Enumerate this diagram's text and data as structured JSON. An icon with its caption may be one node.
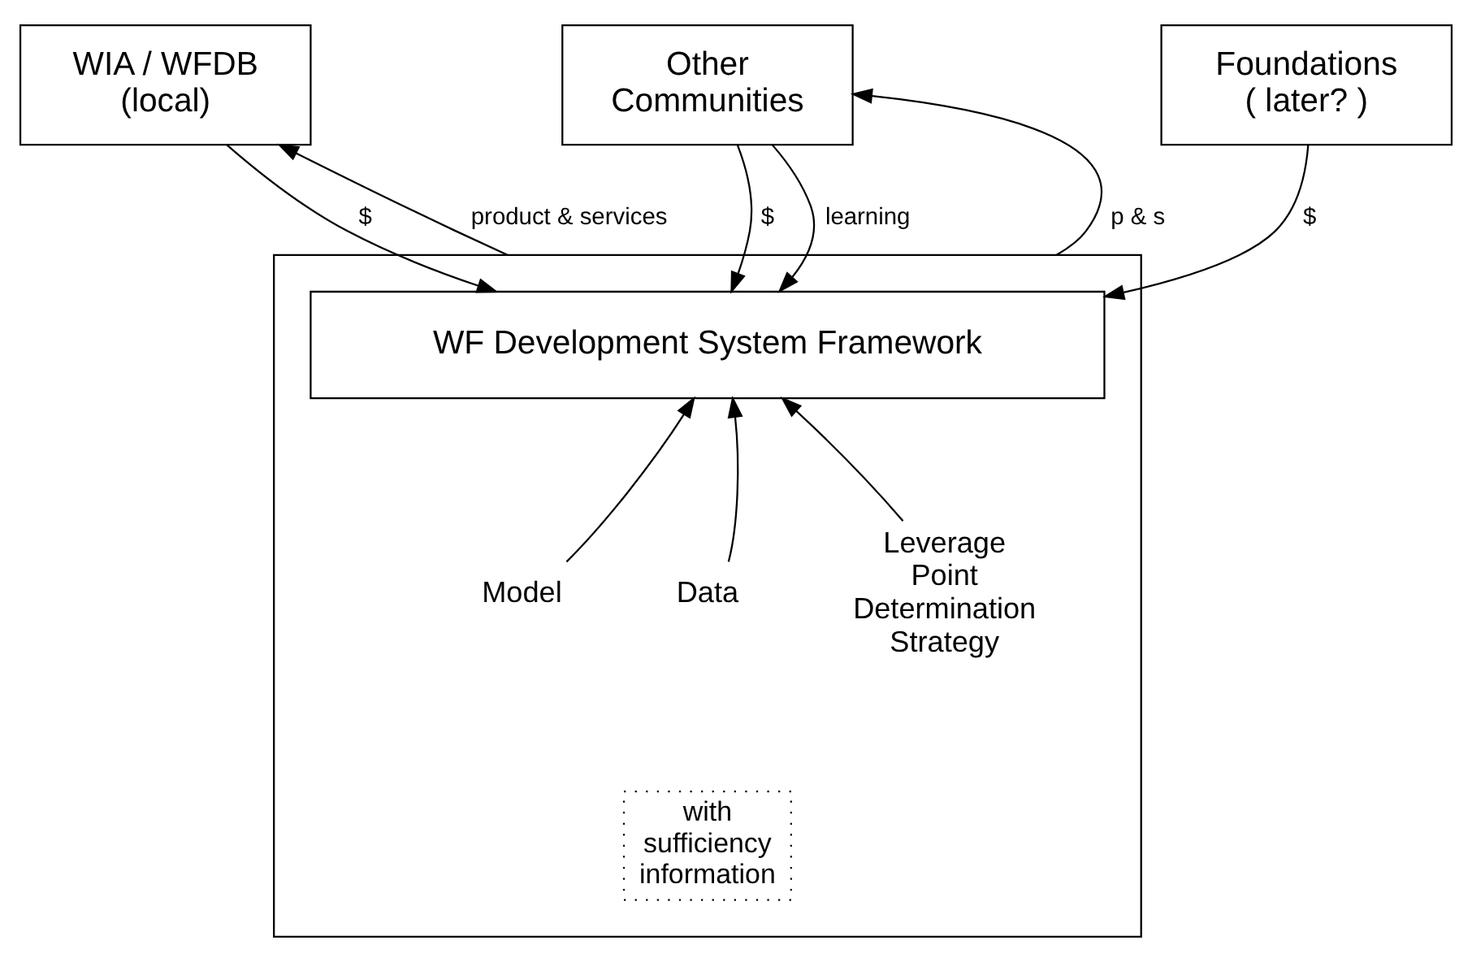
{
  "diagram": {
    "nodes": [
      {
        "text": [
          "WIA / WFDB (local)"
        ]
      },
      {
        "text": [
          "Other Communities"
        ]
      },
      {
        "text": [
          "Foundations ( later? )"
        ]
      },
      {
        "text": [],
        "shape": "box"
      },
      {
        "text": [
          "WF Development System Framework"
        ],
        "in": 3
      },
      {
        "text": [
          "Model"
        ],
        "in": 3
      },
      {
        "text": [
          "Data"
        ],
        "in": 3
      },
      {
        "text": [
          "with sufficiency information"
        ],
        "in": 3
      },
      {
        "text": [
          "Leverage Point Determination Strategy"
        ],
        "in": 3
      }
    ],
    "edges": [
      {
        "from": 3,
        "to": 0,
        "arrow": "to",
        "label": "product & services"
      },
      {
        "from": 0,
        "to": 4,
        "arrow": "to",
        "label": "$"
      },
      {
        "from": 3,
        "to": 1,
        "arrow": "to",
        "label": "p & s"
      },
      {
        "from": 1,
        "to": 4,
        "arrow": "to",
        "label": "$"
      },
      {
        "from": 1,
        "to": 4,
        "arrow": "to",
        "label": "learning"
      },
      {
        "from": 2,
        "to": 4,
        "arrow": "to",
        "label": "$"
      },
      {
        "from": 5,
        "to": 4,
        "arrow": "to"
      },
      {
        "from": 6,
        "to": 4,
        "arrow": "to"
      },
      {
        "from": 8,
        "to": 4,
        "arrow": "to"
      }
    ]
  }
}
